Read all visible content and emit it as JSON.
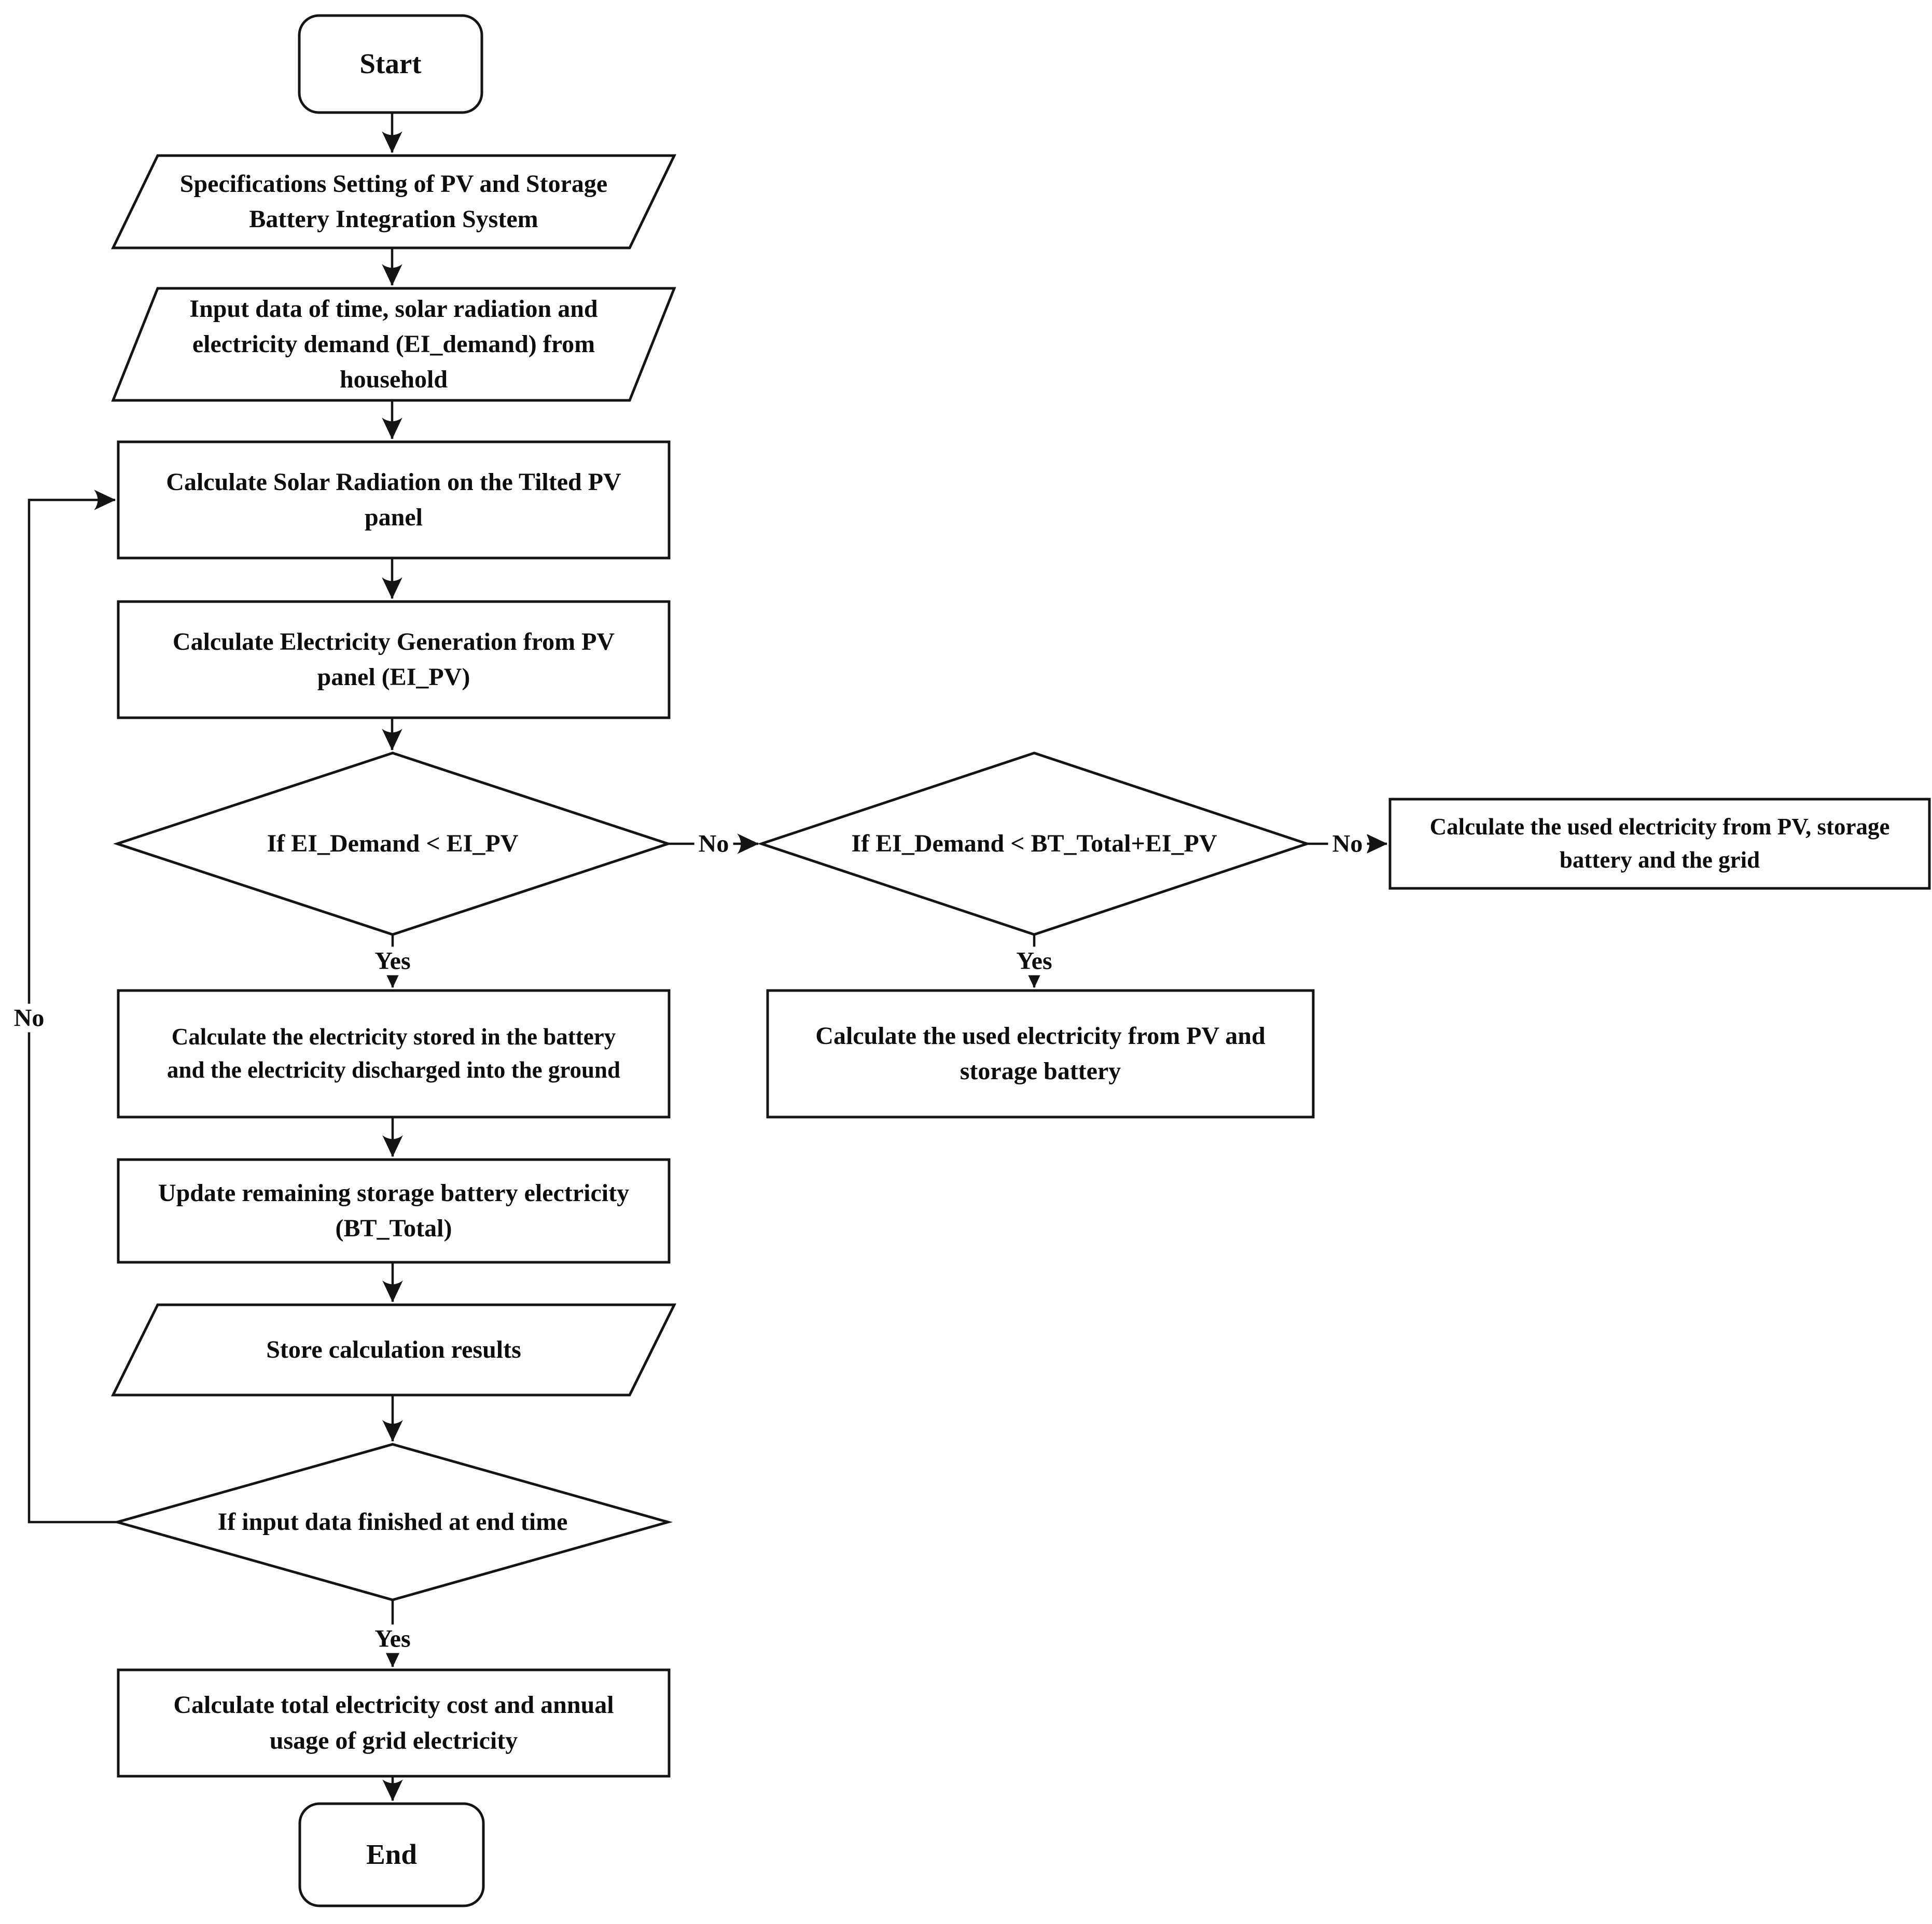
{
  "figure": {
    "type": "flowchart",
    "background": "#ffffff",
    "line_color": "#141414",
    "text_color": "#0d0d0d"
  },
  "nodes": {
    "start": {
      "shape": "terminator",
      "label": "Start"
    },
    "spec_setting": {
      "shape": "parallelogram",
      "label": "Specifications Setting of PV and Storage\nBattery Integration System"
    },
    "input_data": {
      "shape": "parallelogram",
      "label": "Input data of time, solar radiation and\nelectricity demand (EI_demand) from\nhousehold"
    },
    "calc_solar_radiation": {
      "shape": "process",
      "label": "Calculate Solar Radiation on the Tilted PV\npanel"
    },
    "calc_generation": {
      "shape": "process",
      "label": "Calculate Electricity Generation from PV\npanel (EI_PV)"
    },
    "decision_demand_pv": {
      "shape": "decision",
      "label": "If EI_Demand < EI_PV"
    },
    "decision_demand_bt_pv": {
      "shape": "decision",
      "label": "If EI_Demand < BT_Total+EI_PV"
    },
    "calc_pv_battery_grid": {
      "shape": "process",
      "label": "Calculate the used electricity from PV, storage\nbattery and the grid"
    },
    "calc_stored_discharged": {
      "shape": "process",
      "label": "Calculate the electricity stored in the battery\nand the electricity discharged into the ground"
    },
    "calc_pv_battery": {
      "shape": "process",
      "label": "Calculate the used electricity from PV and\nstorage battery"
    },
    "update_bt_total": {
      "shape": "process",
      "label": "Update remaining storage battery electricity\n(BT_Total)"
    },
    "store_results": {
      "shape": "parallelogram",
      "label": "Store calculation results"
    },
    "decision_end_time": {
      "shape": "decision",
      "label": "If input data finished at end time"
    },
    "calc_total_cost": {
      "shape": "process",
      "label": "Calculate total electricity cost and annual\nusage of grid electricity"
    },
    "end": {
      "shape": "terminator",
      "label": "End"
    }
  },
  "edge_labels": {
    "yes_demand_pv": "Yes",
    "no_demand_pv": "No",
    "yes_demand_bt_pv": "Yes",
    "no_demand_bt_pv": "No",
    "yes_end_time": "Yes",
    "no_end_time": "No"
  }
}
